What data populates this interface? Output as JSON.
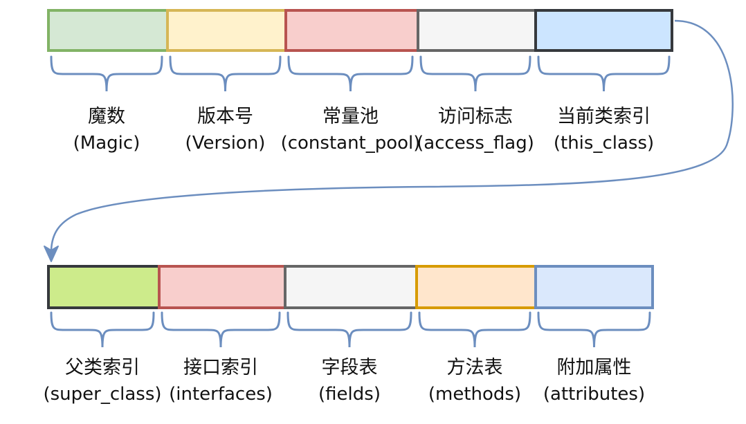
{
  "rows": [
    {
      "segments": [
        {
          "id": "magic",
          "zh": "魔数",
          "en": "(Magic)",
          "fill": "#d5e8d4",
          "stroke": "#82b366"
        },
        {
          "id": "version",
          "zh": "版本号",
          "en": "(Version)",
          "fill": "#fff2cc",
          "stroke": "#d6b656"
        },
        {
          "id": "constant-pool",
          "zh": "常量池",
          "en": "(constant_pool)",
          "fill": "#f8cecc",
          "stroke": "#b85450"
        },
        {
          "id": "access-flag",
          "zh": "访问标志",
          "en": "(access_flag)",
          "fill": "#f5f5f5",
          "stroke": "#666666"
        },
        {
          "id": "this-class",
          "zh": "当前类索引",
          "en": "(this_class)",
          "fill": "#cce5ff",
          "stroke": "#36393d"
        }
      ]
    },
    {
      "segments": [
        {
          "id": "super-class",
          "zh": "父类索引",
          "en": "(super_class)",
          "fill": "#cdeb8b",
          "stroke": "#36393d"
        },
        {
          "id": "interfaces",
          "zh": "接口索引",
          "en": "(interfaces)",
          "fill": "#f8cecc",
          "stroke": "#b85450"
        },
        {
          "id": "fields",
          "zh": "字段表",
          "en": "(fields)",
          "fill": "#f5f5f5",
          "stroke": "#666666"
        },
        {
          "id": "methods",
          "zh": "方法表",
          "en": "(methods)",
          "fill": "#ffe6cc",
          "stroke": "#d79b00"
        },
        {
          "id": "attributes",
          "zh": "附加属性",
          "en": "(attributes)",
          "fill": "#dae8fc",
          "stroke": "#6c8ebf"
        }
      ]
    }
  ],
  "colors": {
    "connector": "#6c8ebf",
    "brace": "#6c8ebf",
    "text": "#111111"
  }
}
